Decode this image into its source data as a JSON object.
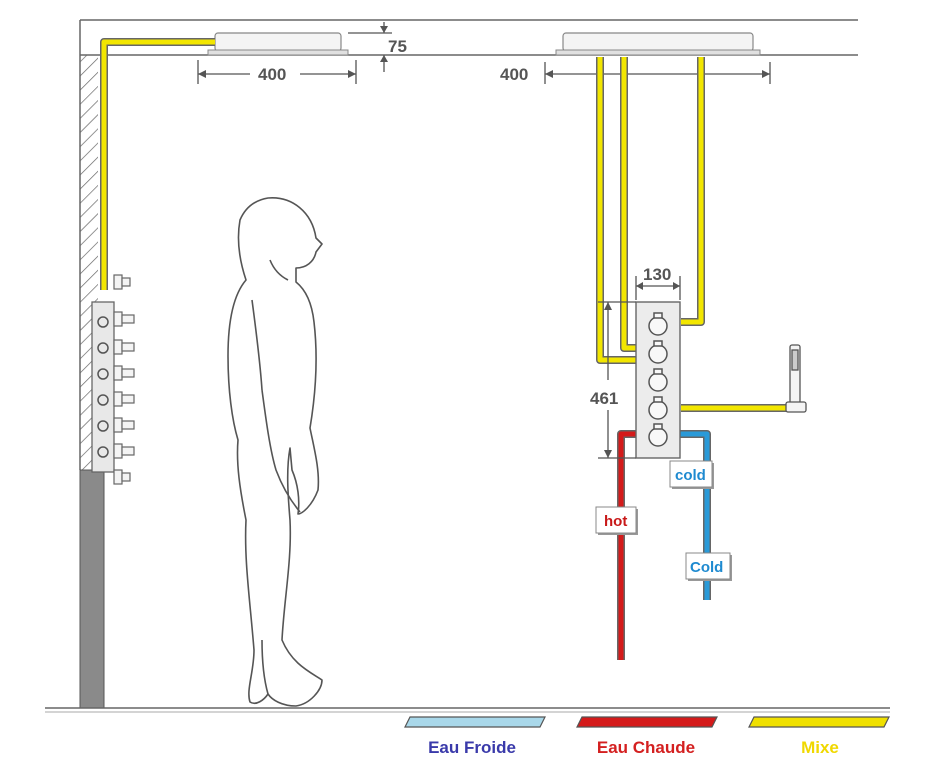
{
  "dimensions": {
    "ceiling_gap": "75",
    "left_shower_width": "400",
    "right_shower_width": "400",
    "valve_width": "130",
    "valve_height": "461"
  },
  "tags": {
    "hot": "hot",
    "cold_small": "cold",
    "cold_large": "Cold"
  },
  "legend": [
    {
      "label": "Eau Froide",
      "text_color": "#3a3aaa",
      "swatch_color": "#a9d8ea"
    },
    {
      "label": "Eau Chaude",
      "text_color": "#d42020",
      "swatch_color": "#d41a1a"
    },
    {
      "label": "Mixe",
      "text_color": "#f0d800",
      "swatch_color": "#f0e000"
    }
  ],
  "colors": {
    "hot_pipe": "#d41a1a",
    "cold_pipe": "#2a9ad8",
    "mixed_pipe": "#f2e600",
    "line": "#555555"
  },
  "icons": {
    "person": "human-figure-icon",
    "valve": "thermostatic-valve-icon",
    "hand_shower": "hand-shower-icon"
  }
}
